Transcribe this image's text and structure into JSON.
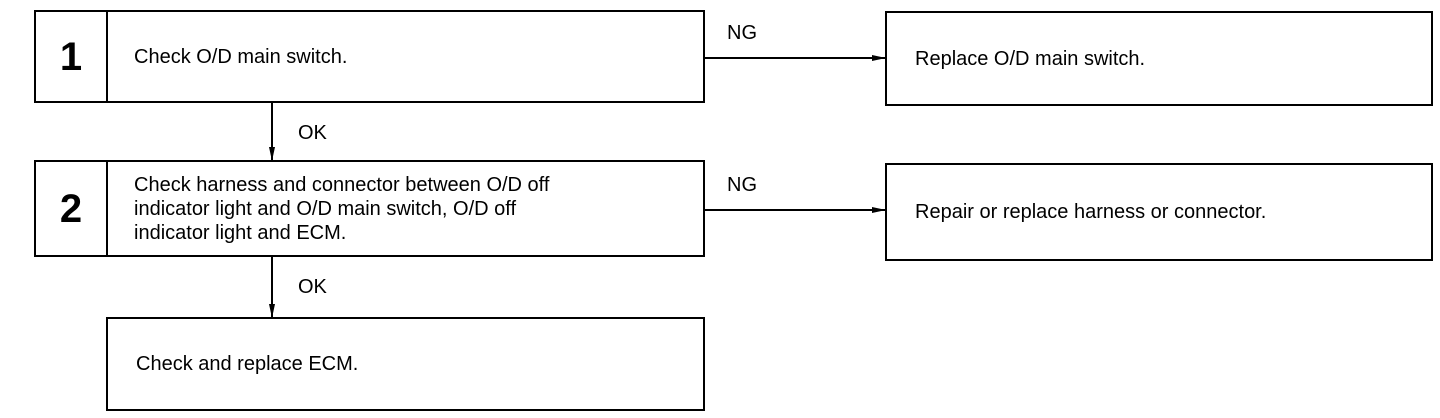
{
  "steps": [
    {
      "number": "1",
      "text": "Check O/D main switch."
    },
    {
      "number": "2",
      "text": "Check harness and connector between O/D off\nindicator light and O/D main switch, O/D off\nindicator light and ECM."
    }
  ],
  "outcomes": {
    "step1_ng": "Replace O/D main switch.",
    "step2_ng": "Repair or replace harness or connector.",
    "step2_ok": "Check and replace ECM."
  },
  "labels": {
    "step1_ng": "NG",
    "step1_ok": "OK",
    "step2_ng": "NG",
    "step2_ok": "OK"
  }
}
